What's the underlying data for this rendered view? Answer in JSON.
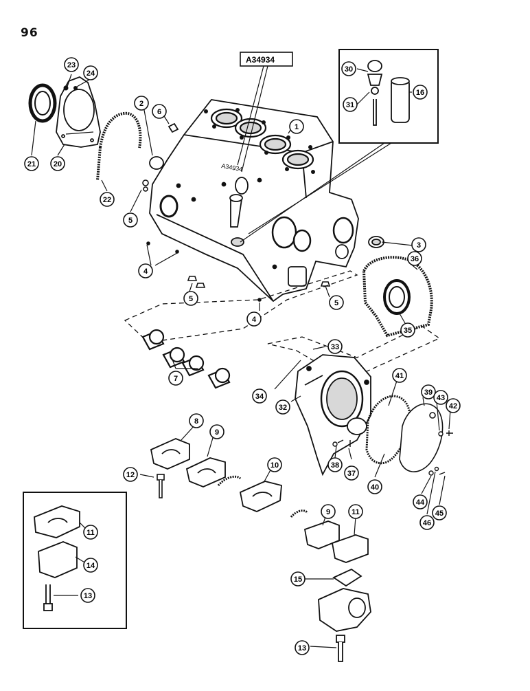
{
  "page": {
    "number": "96"
  },
  "reference_box": {
    "label": "A34934"
  },
  "block_stamp": "A34934",
  "colors": {
    "ink": "#111111",
    "paper": "#ffffff",
    "fill": "#ffffff",
    "shade": "#d8d8d8"
  },
  "callouts": [
    {
      "id": "c23",
      "label": "23"
    },
    {
      "id": "c24",
      "label": "24"
    },
    {
      "id": "c21",
      "label": "21"
    },
    {
      "id": "c20",
      "label": "20"
    },
    {
      "id": "c22",
      "label": "22"
    },
    {
      "id": "c2",
      "label": "2"
    },
    {
      "id": "c6",
      "label": "6"
    },
    {
      "id": "c1",
      "label": "1"
    },
    {
      "id": "c30",
      "label": "30"
    },
    {
      "id": "c31",
      "label": "31"
    },
    {
      "id": "c16",
      "label": "16"
    },
    {
      "id": "c5a",
      "label": "5"
    },
    {
      "id": "c4a",
      "label": "4"
    },
    {
      "id": "c5b",
      "label": "5"
    },
    {
      "id": "c5c",
      "label": "5"
    },
    {
      "id": "c4b",
      "label": "4"
    },
    {
      "id": "c3",
      "label": "3"
    },
    {
      "id": "c36",
      "label": "36"
    },
    {
      "id": "c35",
      "label": "35"
    },
    {
      "id": "c7",
      "label": "7"
    },
    {
      "id": "c33",
      "label": "33"
    },
    {
      "id": "c34",
      "label": "34"
    },
    {
      "id": "c32",
      "label": "32"
    },
    {
      "id": "c41",
      "label": "41"
    },
    {
      "id": "c39",
      "label": "39"
    },
    {
      "id": "c43",
      "label": "43"
    },
    {
      "id": "c42",
      "label": "42"
    },
    {
      "id": "c8",
      "label": "8"
    },
    {
      "id": "c9a",
      "label": "9"
    },
    {
      "id": "c12",
      "label": "12"
    },
    {
      "id": "c10",
      "label": "10"
    },
    {
      "id": "c38",
      "label": "38"
    },
    {
      "id": "c37",
      "label": "37"
    },
    {
      "id": "c40",
      "label": "40"
    },
    {
      "id": "c44",
      "label": "44"
    },
    {
      "id": "c46",
      "label": "46"
    },
    {
      "id": "c45",
      "label": "45"
    },
    {
      "id": "c9b",
      "label": "9"
    },
    {
      "id": "c11a",
      "label": "11"
    },
    {
      "id": "c11b",
      "label": "11"
    },
    {
      "id": "c14",
      "label": "14"
    },
    {
      "id": "c13a",
      "label": "13"
    },
    {
      "id": "c15",
      "label": "15"
    },
    {
      "id": "c13b",
      "label": "13"
    }
  ]
}
